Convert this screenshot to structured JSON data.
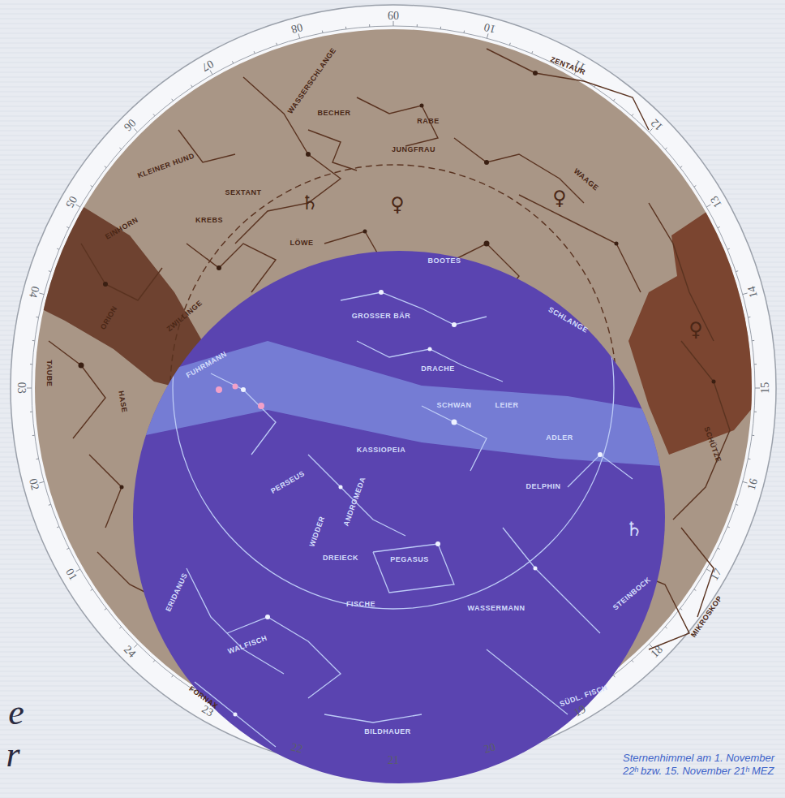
{
  "diagram": {
    "caption": "Sternenhimmel am 1. November 22ʰ bzw. 15. November 21ʰ MEZ",
    "labels": [
      "01",
      "02",
      "03",
      "04",
      "05",
      "06",
      "07",
      "08",
      "09",
      "10",
      "11",
      "12",
      "13",
      "14",
      "15",
      "16",
      "17",
      "18",
      "19",
      "20",
      "21",
      "22",
      "23",
      "24",
      "WASSERSCHLANGE",
      "ZENTAUR",
      "RABE",
      "BECHER",
      "SEXTANT",
      "JUNGFRAU",
      "WAAGE",
      "LÖWE",
      "BOOTES",
      "KREBS",
      "KLEINER HUND",
      "EINHORN",
      "TAUBE",
      "HASE",
      "ORION",
      "ZWILLINGE",
      "FUHRMANN",
      "SCHLANGE",
      "SCHÜTZE",
      "MIKROSKOP",
      "STEINBOCK",
      "SÜDL. FISCH",
      "ADLER",
      "DELPHIN",
      "PEGASUS",
      "FISCHE",
      "WASSERMANN",
      "WALFISCH",
      "BILDHAUER",
      "FORNAX",
      "ERIDANUS",
      "WIDDER",
      "PERSEUS",
      "ANDROMEDA",
      "DREIECK",
      "KASSIOPEIA",
      "SCHWAN",
      "LEIER",
      "GROSSER BÄR",
      "DRACHE",
      "♄",
      "♀",
      "♀",
      "♀",
      "♄",
      "e",
      "r"
    ]
  }
}
